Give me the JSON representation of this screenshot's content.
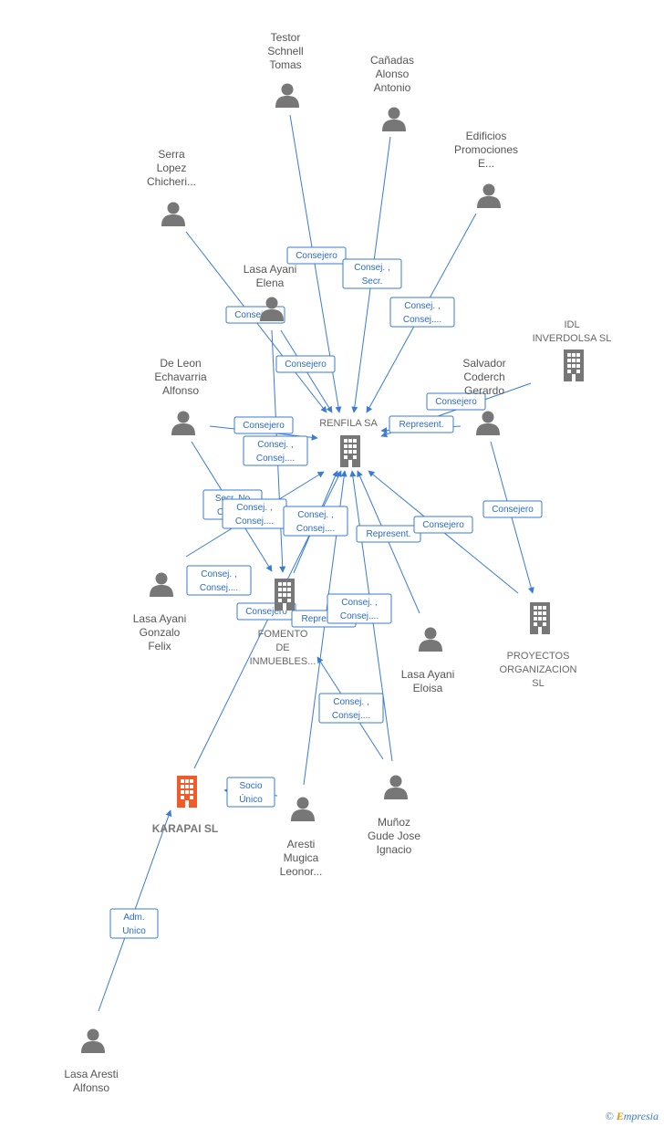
{
  "colors": {
    "edge": "#3a7bd5",
    "person": "#777777",
    "company": "#777777",
    "highlight": "#f25a2a"
  },
  "nodes": [
    {
      "id": "testor",
      "type": "person",
      "label": [
        "Testor",
        "Schnell",
        "Tomas"
      ]
    },
    {
      "id": "canadas",
      "type": "person",
      "label": [
        "Cañadas",
        "Alonso",
        "Antonio"
      ]
    },
    {
      "id": "edificios",
      "type": "person",
      "label": [
        "Edificios",
        "Promociones",
        "E..."
      ]
    },
    {
      "id": "serra",
      "type": "person",
      "label": [
        "Serra",
        "Lopez",
        "Chicheri..."
      ]
    },
    {
      "id": "elena",
      "type": "person",
      "label": [
        "Lasa Ayani",
        "Elena"
      ]
    },
    {
      "id": "idl",
      "type": "company",
      "label": [
        "IDL",
        "INVERDOLSA SL"
      ]
    },
    {
      "id": "deleon",
      "type": "person",
      "label": [
        "De Leon",
        "Echavarria",
        "Alfonso"
      ]
    },
    {
      "id": "salvador",
      "type": "person",
      "label": [
        "Salvador",
        "Coderch",
        "Gerardo"
      ]
    },
    {
      "id": "renfila",
      "type": "company",
      "label": [
        "RENFILA SA"
      ]
    },
    {
      "id": "gonzalo",
      "type": "person",
      "label": [
        "Lasa Ayani",
        "Gonzalo",
        "Felix"
      ]
    },
    {
      "id": "fomento",
      "type": "company",
      "label": [
        "FOMENTO",
        "DE",
        "INMUEBLES..."
      ]
    },
    {
      "id": "eloisa",
      "type": "person",
      "label": [
        "Lasa Ayani",
        "Eloisa"
      ]
    },
    {
      "id": "proyectos",
      "type": "company",
      "label": [
        "PROYECTOS",
        "ORGANIZACION",
        "SL"
      ]
    },
    {
      "id": "karapai",
      "type": "main",
      "label": [
        "KARAPAI  SL"
      ]
    },
    {
      "id": "aresti",
      "type": "person",
      "label": [
        "Aresti",
        "Mugica",
        "Leonor..."
      ]
    },
    {
      "id": "munoz",
      "type": "person",
      "label": [
        "Muñoz",
        "Gude Jose",
        "Ignacio"
      ]
    },
    {
      "id": "alfonso",
      "type": "person",
      "label": [
        "Lasa Aresti",
        "Alfonso"
      ]
    }
  ],
  "edges": [
    {
      "from": "testor",
      "to": "renfila"
    },
    {
      "from": "canadas",
      "to": "renfila"
    },
    {
      "from": "edificios",
      "to": "renfila"
    },
    {
      "from": "serra",
      "to": "renfila"
    },
    {
      "from": "elena",
      "to": "renfila"
    },
    {
      "from": "elena",
      "to": "fomento"
    },
    {
      "from": "idl",
      "to": "renfila"
    },
    {
      "from": "deleon",
      "to": "renfila"
    },
    {
      "from": "deleon",
      "to": "fomento"
    },
    {
      "from": "salvador",
      "to": "renfila"
    },
    {
      "from": "salvador",
      "to": "proyectos"
    },
    {
      "from": "gonzalo",
      "to": "renfila"
    },
    {
      "from": "fomento",
      "to": "renfila"
    },
    {
      "from": "eloisa",
      "to": "renfila"
    },
    {
      "from": "proyectos",
      "to": "renfila"
    },
    {
      "from": "aresti",
      "to": "renfila"
    },
    {
      "from": "aresti",
      "to": "karapai"
    },
    {
      "from": "munoz",
      "to": "renfila"
    },
    {
      "from": "munoz",
      "to": "fomento"
    },
    {
      "from": "karapai",
      "to": "renfila"
    },
    {
      "from": "alfonso",
      "to": "karapai"
    }
  ],
  "edge_labels": [
    [
      "Consejero"
    ],
    [
      "Consej. ,",
      "Secr."
    ],
    [
      "Consej. ,",
      "Consej...."
    ],
    [
      "Consejero"
    ],
    [
      "Consejero"
    ],
    [
      "Consejero"
    ],
    [
      "Represent."
    ],
    [
      "Consejero"
    ],
    [
      "Consej. ,",
      "Consej...."
    ],
    [
      "Secr.  No",
      "Consej."
    ],
    [
      "Consej. ,",
      "Consej...."
    ],
    [
      "Consej. ,",
      "Consej...."
    ],
    [
      "Represent."
    ],
    [
      "Consejero"
    ],
    [
      "Consejero"
    ],
    [
      "Consej. ,",
      "Consej...."
    ],
    [
      "Consejero"
    ],
    [
      "Represent."
    ],
    [
      "Consej. ,",
      "Consej...."
    ],
    [
      "Consej. ,",
      "Consej...."
    ],
    [
      "Socio",
      "Único"
    ],
    [
      "Adm.",
      "Unico"
    ]
  ],
  "brand": {
    "copyright": "©",
    "first_letter": "E",
    "rest": "mpresia"
  }
}
